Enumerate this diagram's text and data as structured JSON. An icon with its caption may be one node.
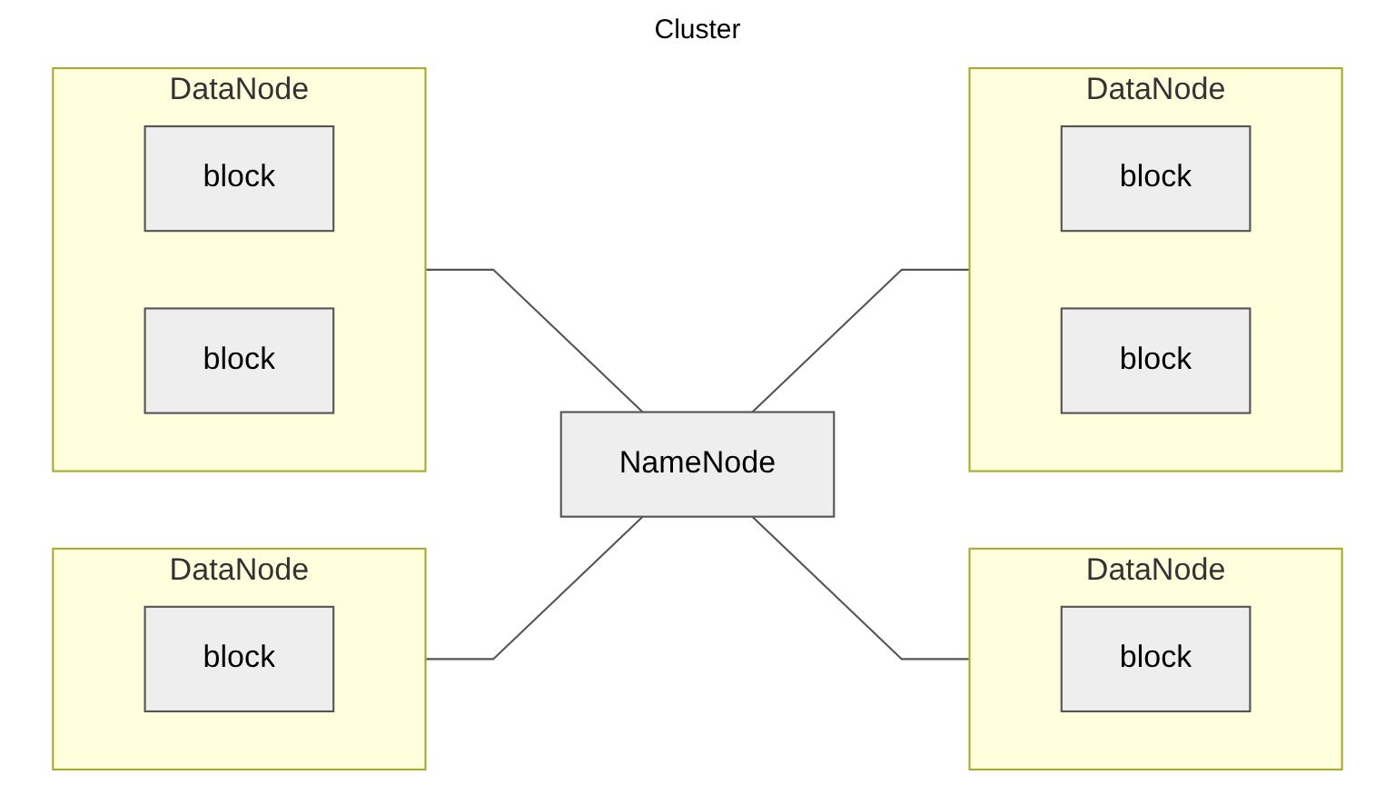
{
  "diagram": {
    "title": "Cluster",
    "nodes": [
      {
        "text": [
          "DataNode"
        ]
      },
      {
        "text": [
          "block"
        ],
        "in": 0
      },
      {
        "text": [
          "block"
        ],
        "in": 0
      },
      {
        "text": [
          "DataNode"
        ]
      },
      {
        "text": [
          "block"
        ],
        "in": 3
      },
      {
        "text": [
          "block"
        ],
        "in": 3
      },
      {
        "text": [
          "NameNode"
        ]
      },
      {
        "text": [
          "DataNode"
        ]
      },
      {
        "text": [
          "block"
        ],
        "in": 7
      },
      {
        "text": [
          "DataNode"
        ]
      },
      {
        "text": [
          "block"
        ],
        "in": 9
      }
    ],
    "edges": [
      {
        "from": 0,
        "to": 6,
        "arrow": "none"
      },
      {
        "from": 6,
        "to": 3,
        "arrow": "none"
      },
      {
        "from": 7,
        "to": 6,
        "arrow": "none"
      },
      {
        "from": 6,
        "to": 9,
        "arrow": "none"
      }
    ]
  }
}
